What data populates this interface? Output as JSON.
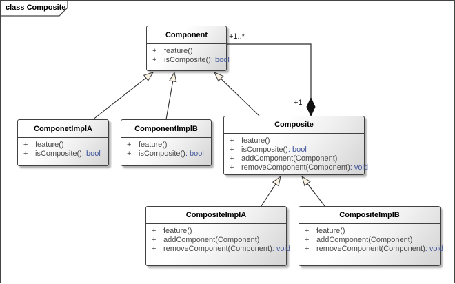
{
  "frame": {
    "label": "class Composite"
  },
  "colors": {
    "border": "#414141",
    "line": "#2b2b2b",
    "arrowhead_fill": "#f8f1e2",
    "diamond_fill": "#111111",
    "type_text": "#44589b",
    "op_text": "#4a4a4a"
  },
  "classes": [
    {
      "name": "Component",
      "operations": [
        {
          "vis": "+",
          "sig": "feature()",
          "type": ""
        },
        {
          "vis": "+",
          "sig": "isComposite()",
          "type": ": bool"
        }
      ]
    },
    {
      "name": "ComponetImplA",
      "operations": [
        {
          "vis": "+",
          "sig": "feature()",
          "type": ""
        },
        {
          "vis": "+",
          "sig": "isComposite()",
          "type": ": bool"
        }
      ]
    },
    {
      "name": "ComponentImplB",
      "operations": [
        {
          "vis": "+",
          "sig": "feature()",
          "type": ""
        },
        {
          "vis": "+",
          "sig": "isComposite()",
          "type": ": bool"
        }
      ]
    },
    {
      "name": "Composite",
      "operations": [
        {
          "vis": "+",
          "sig": "feature()",
          "type": ""
        },
        {
          "vis": "+",
          "sig": "isComposite()",
          "type": ": bool"
        },
        {
          "vis": "+",
          "sig": "addComponent(Component)",
          "type": ""
        },
        {
          "vis": "+",
          "sig": "removeComponent(Component)",
          "type": ": void"
        }
      ]
    },
    {
      "name": "CompositeImplA",
      "operations": [
        {
          "vis": "+",
          "sig": "feature()",
          "type": ""
        },
        {
          "vis": "+",
          "sig": "addComponent(Component)",
          "type": ""
        },
        {
          "vis": "+",
          "sig": "removeComponent(Component)",
          "type": ": void"
        }
      ]
    },
    {
      "name": "CompositeImplB",
      "operations": [
        {
          "vis": "+",
          "sig": "feature()",
          "type": ""
        },
        {
          "vis": "+",
          "sig": "addComponent(Component)",
          "type": ""
        },
        {
          "vis": "+",
          "sig": "removeComponent(Component)",
          "type": ": void"
        }
      ]
    }
  ],
  "relationships": {
    "composition": {
      "near_component_multiplicity": "+1..*",
      "near_diamond_multiplicity": "+1"
    }
  }
}
